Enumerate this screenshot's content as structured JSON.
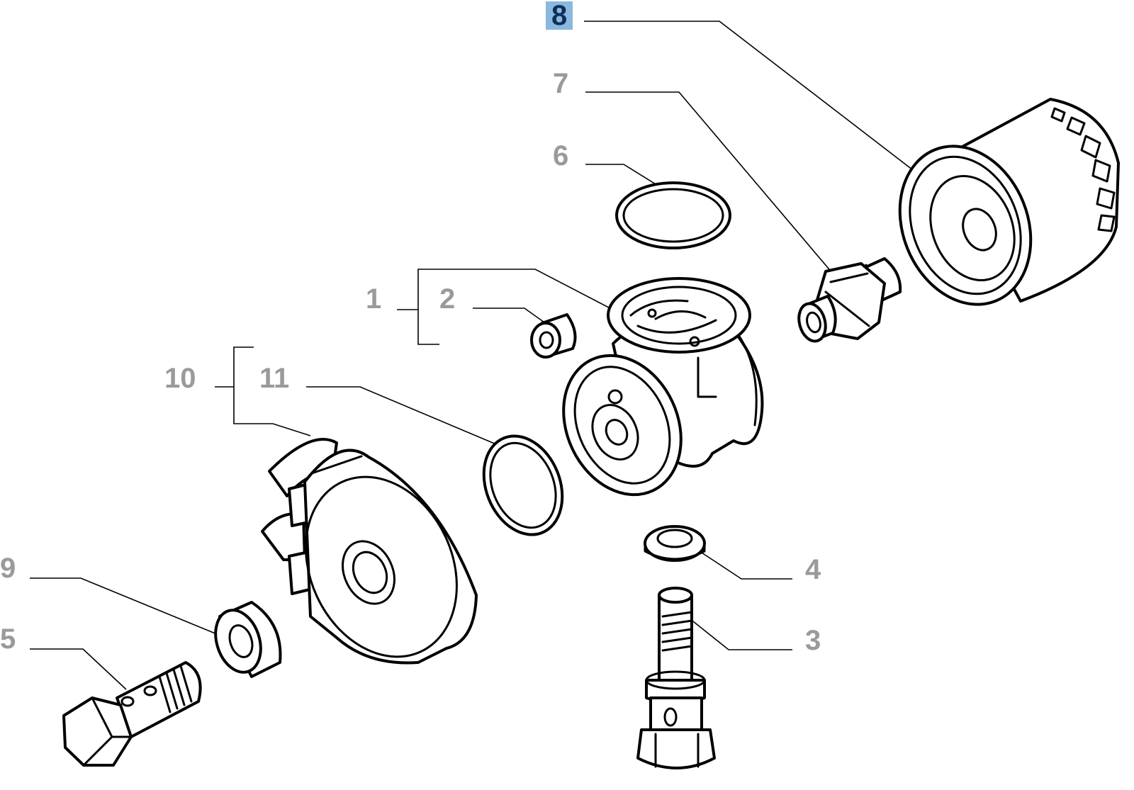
{
  "diagram": {
    "callouts": [
      {
        "id": "1",
        "label": "1"
      },
      {
        "id": "2",
        "label": "2"
      },
      {
        "id": "3",
        "label": "3"
      },
      {
        "id": "4",
        "label": "4"
      },
      {
        "id": "5",
        "label": "5"
      },
      {
        "id": "6",
        "label": "6"
      },
      {
        "id": "7",
        "label": "7"
      },
      {
        "id": "8",
        "label": "8",
        "highlighted": true
      },
      {
        "id": "9",
        "label": "9"
      },
      {
        "id": "10",
        "label": "10"
      },
      {
        "id": "11",
        "label": "11"
      }
    ]
  },
  "colors": {
    "label_text": "#9a9a9a",
    "highlight_background": "#8ab8de",
    "highlight_text": "#0e2f5a",
    "line": "#000000"
  }
}
